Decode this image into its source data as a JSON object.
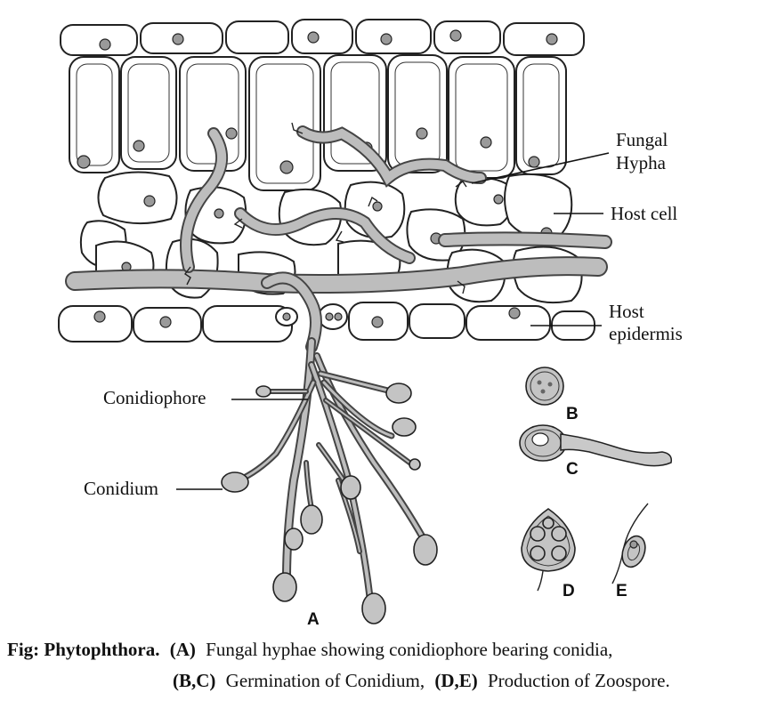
{
  "labels": {
    "fungal_hypha_line1": "Fungal",
    "fungal_hypha_line2": "Hypha",
    "host_cell": "Host cell",
    "host_epidermis_line1": "Host",
    "host_epidermis_line2": "epidermis",
    "conidiophore": "Conidiophore",
    "conidium": "Conidium",
    "panel_a": "A",
    "panel_b": "B",
    "panel_c": "C",
    "panel_d": "D",
    "panel_e": "E"
  },
  "caption": {
    "prefix": "Fig: Phytophthora.",
    "a_tag": "(A)",
    "a_text": "Fungal hyphae showing conidiophore bearing conidia,",
    "bc_tag": "(B,C)",
    "bc_text": "Germination of Conidium,",
    "de_tag": "(D,E)",
    "de_text": "Production of Zoospore."
  }
}
